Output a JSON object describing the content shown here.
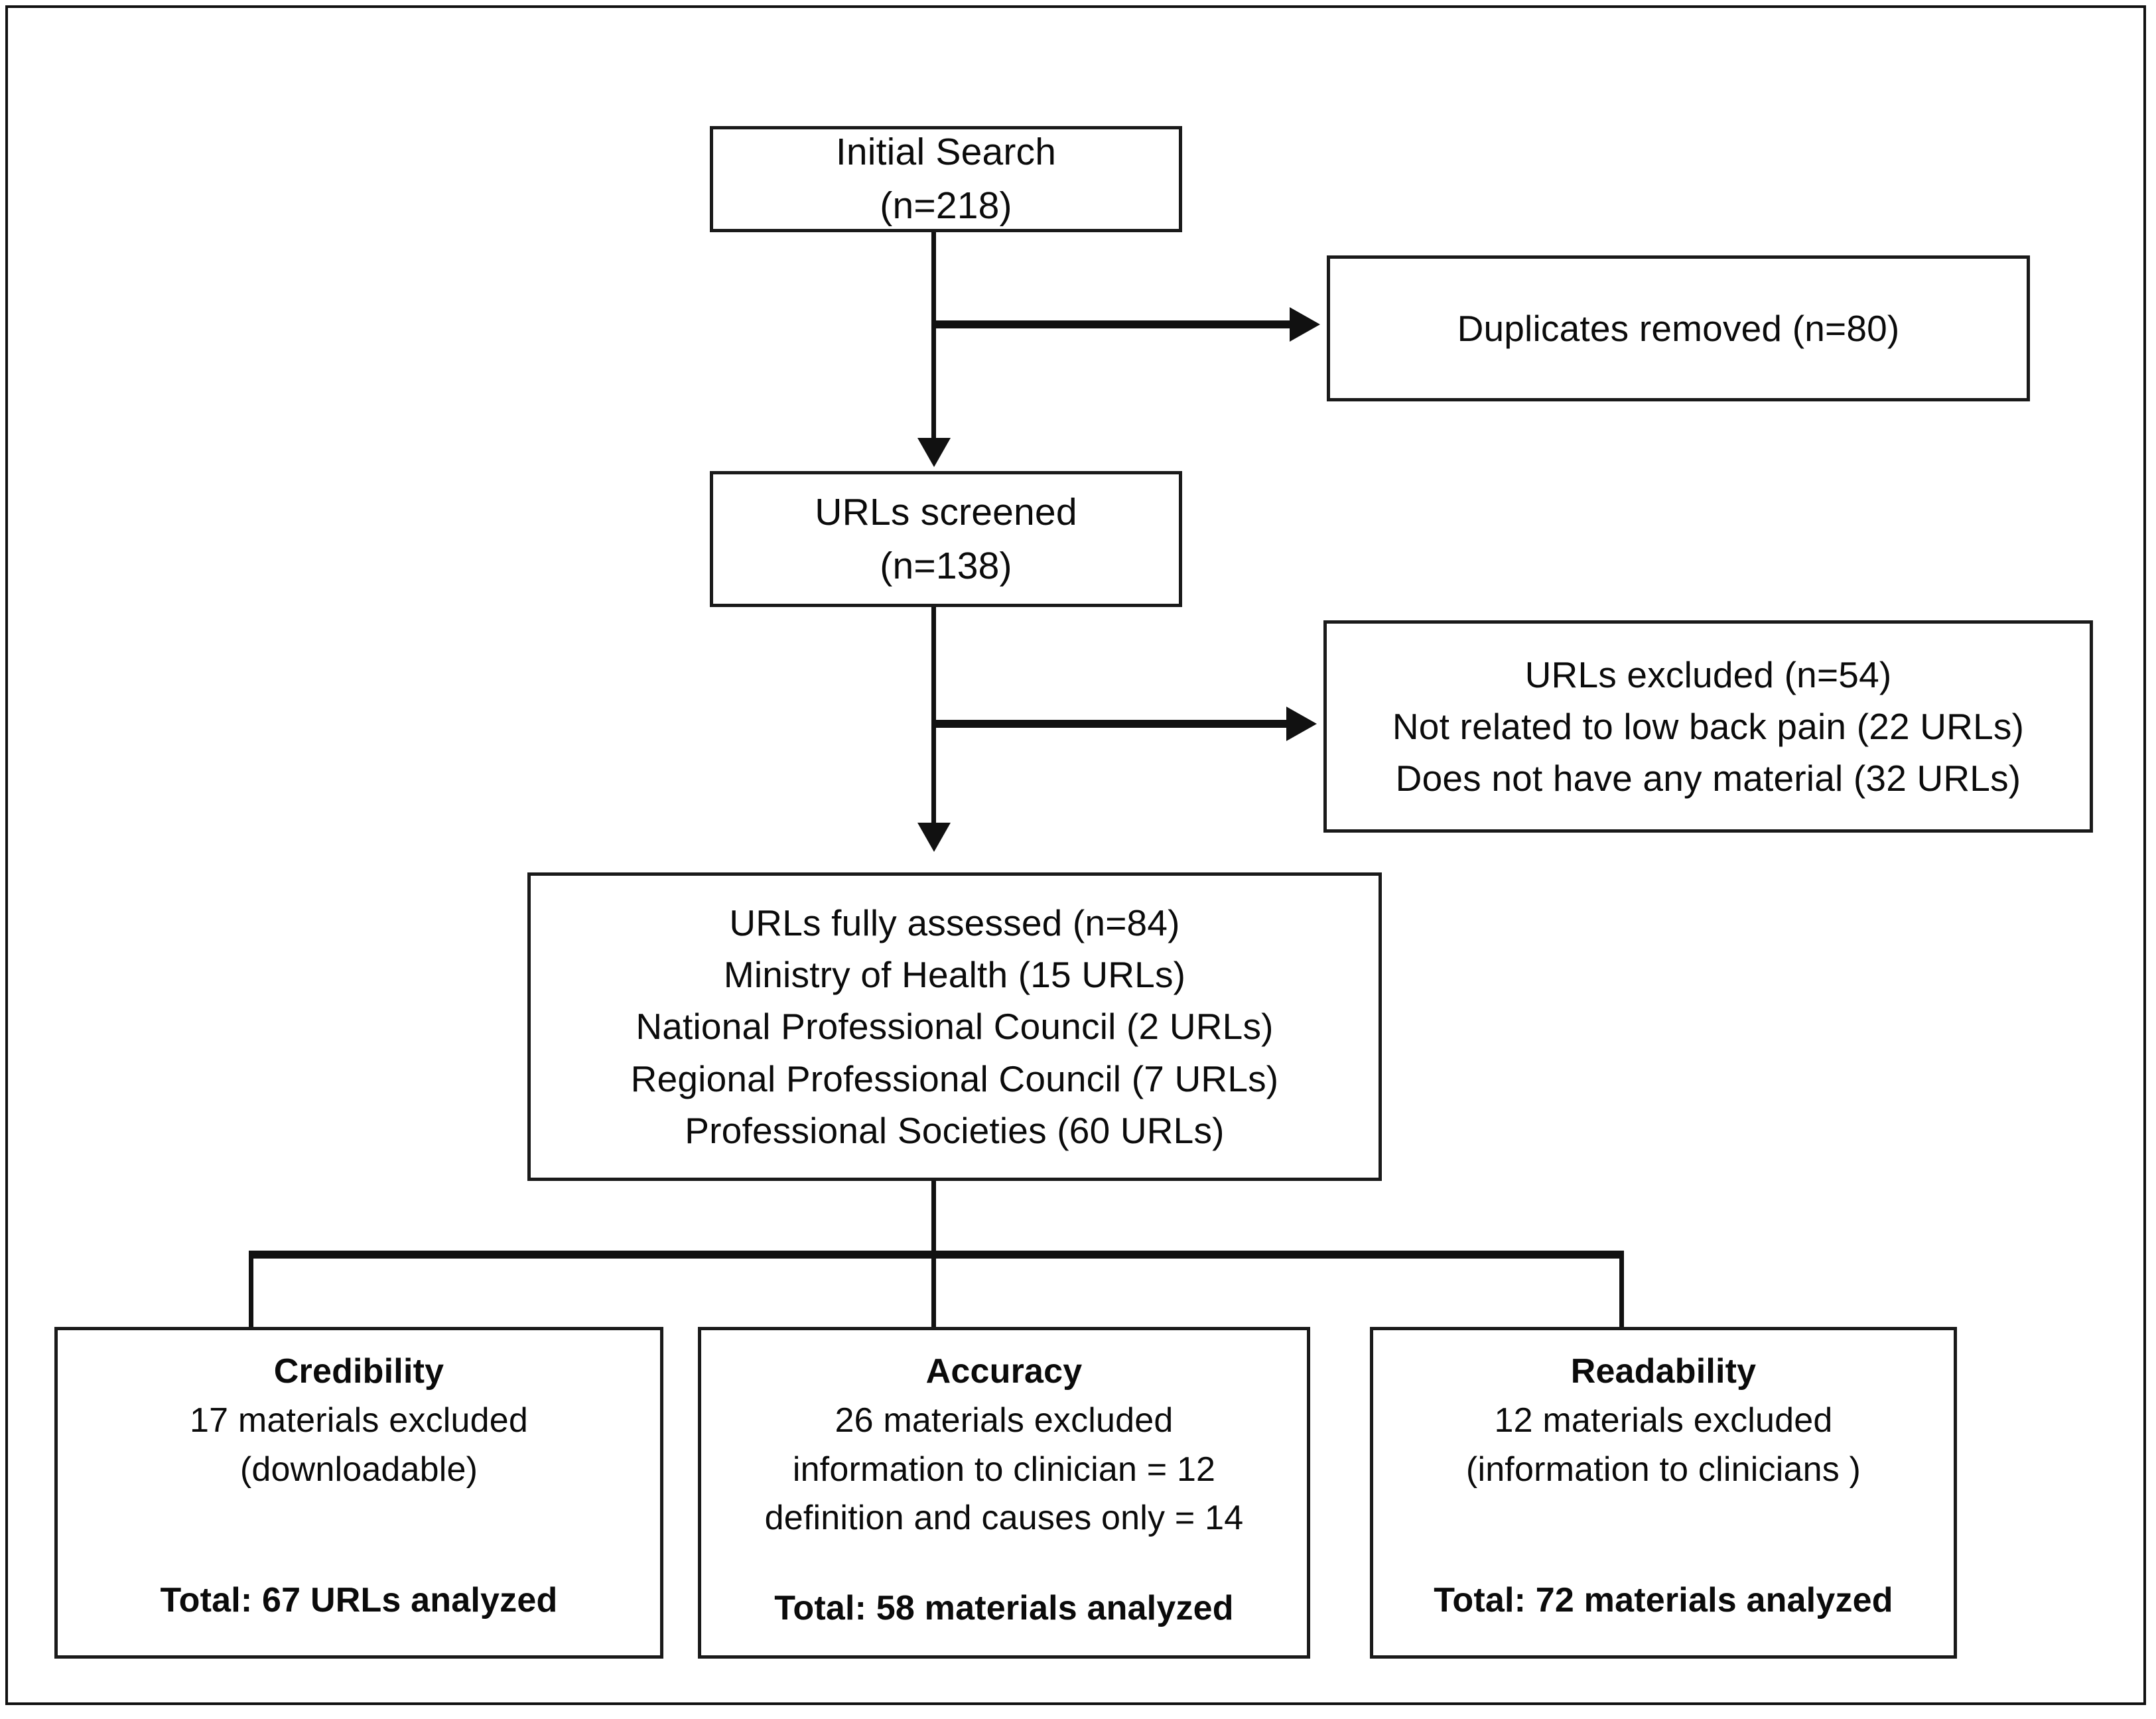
{
  "diagram": {
    "title": "PRISMA-style study selection flowchart",
    "colors": {
      "line": "#111111",
      "box_border": "#1a1a1a",
      "background": "#ffffff",
      "text": "#0b0b0b"
    },
    "nodes": {
      "initial_search": {
        "lines": [
          "Initial Search",
          "(n=218)"
        ]
      },
      "duplicates_removed": {
        "lines": [
          "Duplicates removed (n=80)"
        ]
      },
      "urls_screened": {
        "lines": [
          "URLs screened",
          "(n=138)"
        ]
      },
      "urls_excluded": {
        "lines": [
          "URLs excluded (n=54)",
          "Not related to low back pain (22 URLs)",
          "Does not have any material (32 URLs)"
        ]
      },
      "urls_fully_assessed": {
        "lines": [
          "URLs fully assessed  (n=84)",
          "Ministry of Health (15 URLs)",
          "National Professional Council (2 URLs)",
          "Regional Professional Council (7 URLs)",
          "Professional Societies (60 URLs)"
        ]
      },
      "credibility": {
        "heading": "Credibility",
        "lines": [
          "17 materials excluded",
          "(downloadable)"
        ],
        "total": "Total: 67 URLs analyzed"
      },
      "accuracy": {
        "heading": "Accuracy",
        "lines": [
          "26 materials excluded",
          "information to clinician = 12",
          "definition and causes only = 14"
        ],
        "total": "Total: 58 materials analyzed"
      },
      "readability": {
        "heading": "Readability",
        "lines": [
          "12 materials excluded",
          "(information to clinicians )"
        ],
        "total": "Total: 72 materials analyzed"
      }
    },
    "edges": [
      {
        "name": "initial-search-to-urls-screened",
        "kind": "arrow-down"
      },
      {
        "name": "initial-search-to-duplicates-removed",
        "kind": "arrow-right"
      },
      {
        "name": "urls-screened-to-urls-fully-assessed",
        "kind": "arrow-down"
      },
      {
        "name": "urls-screened-to-urls-excluded",
        "kind": "arrow-right"
      },
      {
        "name": "urls-fully-assessed-to-three-branches",
        "kind": "branch"
      }
    ]
  }
}
